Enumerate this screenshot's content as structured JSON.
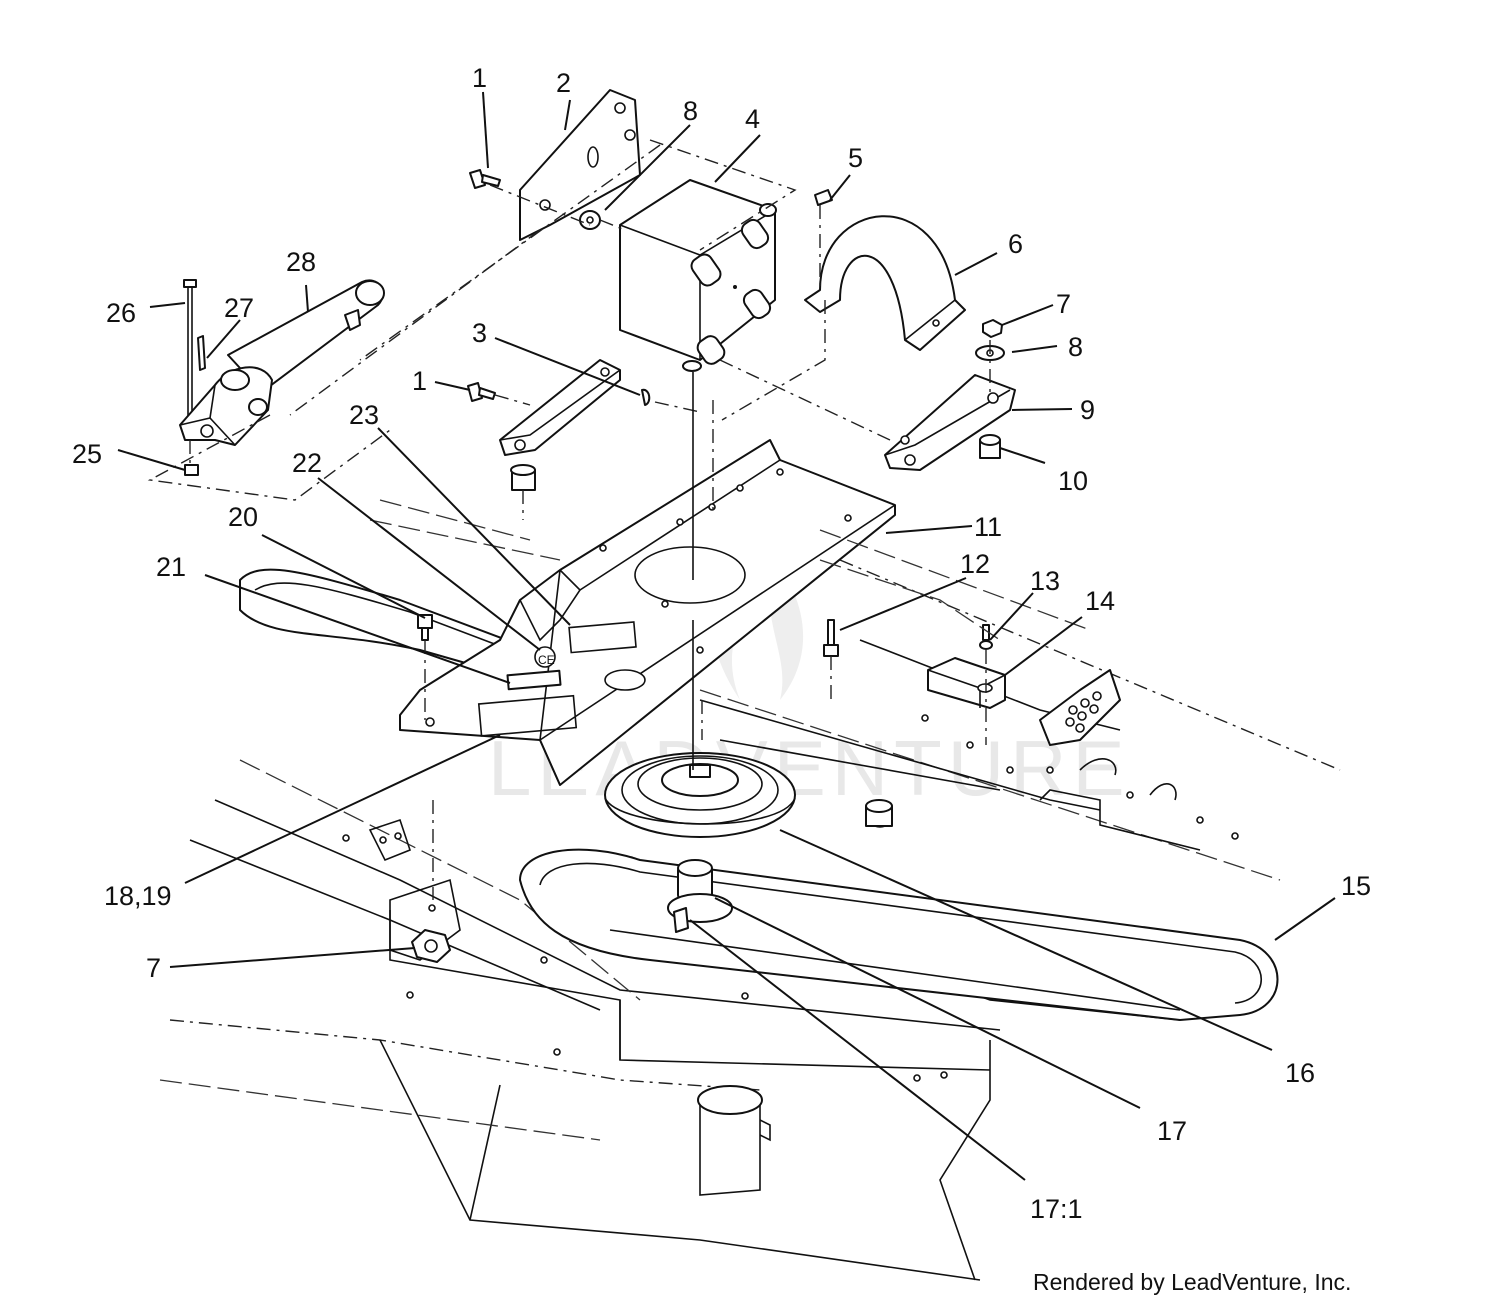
{
  "callouts": [
    {
      "id": "c1a",
      "label": "1"
    },
    {
      "id": "c2",
      "label": "2"
    },
    {
      "id": "c8a",
      "label": "8"
    },
    {
      "id": "c4",
      "label": "4"
    },
    {
      "id": "c5",
      "label": "5"
    },
    {
      "id": "c6",
      "label": "6"
    },
    {
      "id": "c7a",
      "label": "7"
    },
    {
      "id": "c8b",
      "label": "8"
    },
    {
      "id": "c9",
      "label": "9"
    },
    {
      "id": "c10",
      "label": "10"
    },
    {
      "id": "c11",
      "label": "11"
    },
    {
      "id": "c12",
      "label": "12"
    },
    {
      "id": "c13",
      "label": "13"
    },
    {
      "id": "c14",
      "label": "14"
    },
    {
      "id": "c15",
      "label": "15"
    },
    {
      "id": "c16",
      "label": "16"
    },
    {
      "id": "c17",
      "label": "17"
    },
    {
      "id": "c171",
      "label": "17:1"
    },
    {
      "id": "c1819",
      "label": "18,19"
    },
    {
      "id": "c7b",
      "label": "7"
    },
    {
      "id": "c20",
      "label": "20"
    },
    {
      "id": "c21",
      "label": "21"
    },
    {
      "id": "c22",
      "label": "22"
    },
    {
      "id": "c23",
      "label": "23"
    },
    {
      "id": "c3",
      "label": "3"
    },
    {
      "id": "c1b",
      "label": "1"
    },
    {
      "id": "c25",
      "label": "25"
    },
    {
      "id": "c26",
      "label": "26"
    },
    {
      "id": "c27",
      "label": "27"
    },
    {
      "id": "c28",
      "label": "28"
    }
  ],
  "credit": "Rendered by LeadVenture, Inc.",
  "watermark": "LEADVENTURE"
}
